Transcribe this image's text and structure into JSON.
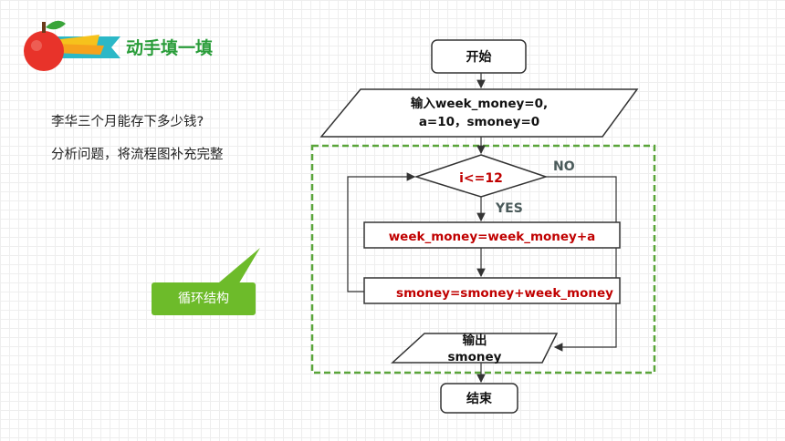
{
  "header": {
    "title": "动手填一填"
  },
  "question": {
    "line1": "李华三个月能存下多少钱?",
    "line2": "分析问题，将流程图补充完整"
  },
  "callout": {
    "label": "循环结构"
  },
  "flowchart": {
    "start": "开始",
    "input_line1": "输入week_money=0,",
    "input_line2": "a=10，smoney=0",
    "condition": "i<=12",
    "yes": "YES",
    "no": "NO",
    "step1": "week_money=week_money+a",
    "step2": "smoney=smoney+week_money",
    "output_line1": "输出",
    "output_line2": "smoney",
    "end": "结束"
  },
  "colors": {
    "accent_green": "#2a9d3a",
    "callout_green": "#6dbb2a",
    "loop_border": "#5aa53a",
    "red_text": "#c00000",
    "label_gray": "#4a5a5a"
  }
}
